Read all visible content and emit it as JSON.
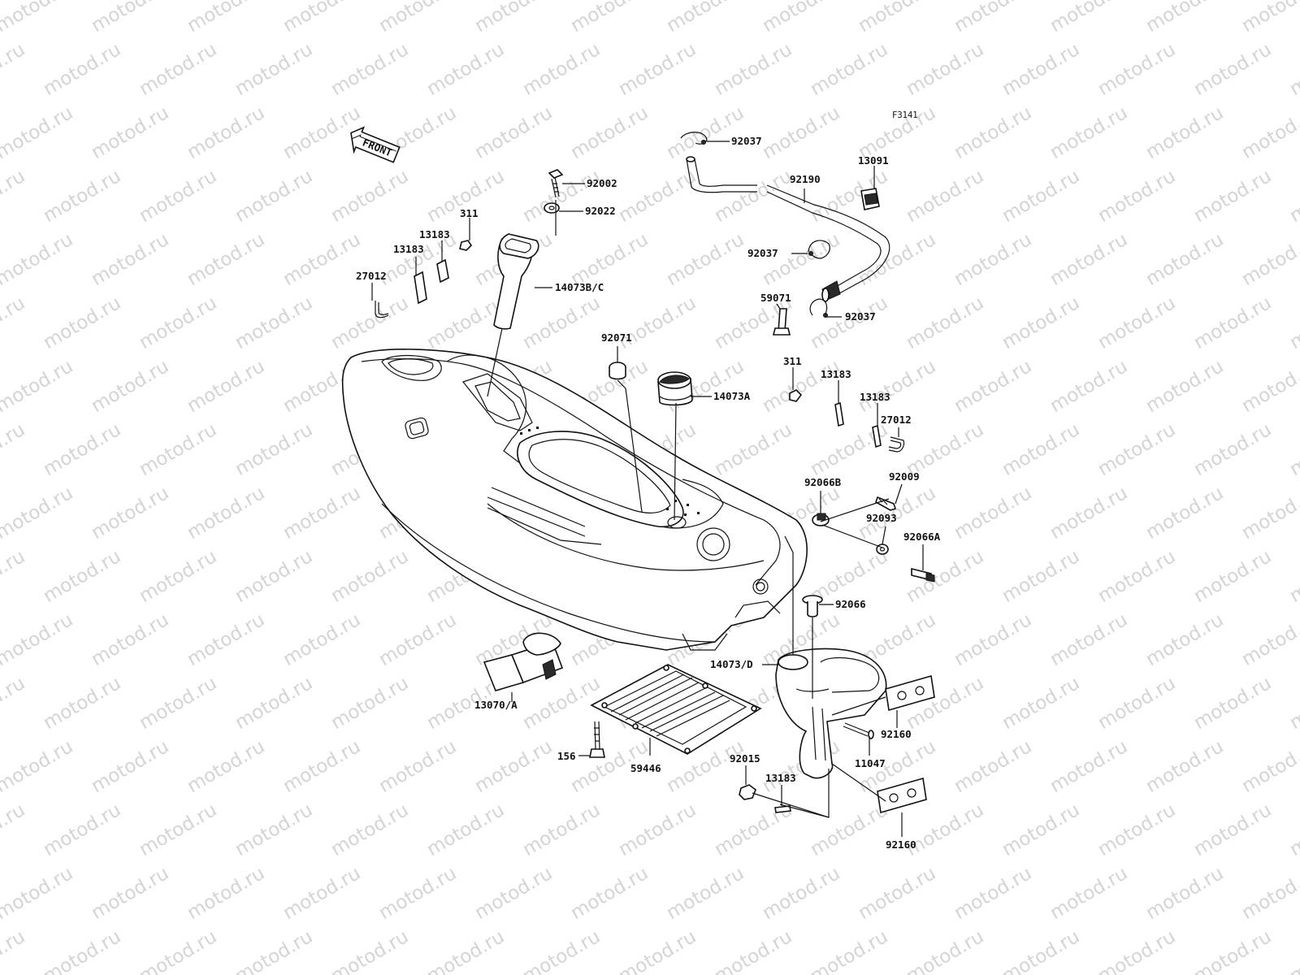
{
  "watermark_text": "motod.ru",
  "diagram_code": "F3141",
  "front_arrow_label": "FRONT",
  "callouts": [
    {
      "id": "c92037a",
      "text": "92037"
    },
    {
      "id": "c92002",
      "text": "92002"
    },
    {
      "id": "c92022",
      "text": "92022"
    },
    {
      "id": "c92190",
      "text": "92190"
    },
    {
      "id": "c13091",
      "text": "13091"
    },
    {
      "id": "c311a",
      "text": "311"
    },
    {
      "id": "c13183a",
      "text": "13183"
    },
    {
      "id": "c13183b",
      "text": "13183"
    },
    {
      "id": "c27012a",
      "text": "27012"
    },
    {
      "id": "c14073bc",
      "text": "14073B/C"
    },
    {
      "id": "c92037b",
      "text": "92037"
    },
    {
      "id": "c59071",
      "text": "59071"
    },
    {
      "id": "c92037c",
      "text": "92037"
    },
    {
      "id": "c92071",
      "text": "92071"
    },
    {
      "id": "c14073a",
      "text": "14073A"
    },
    {
      "id": "c311b",
      "text": "311"
    },
    {
      "id": "c13183c",
      "text": "13183"
    },
    {
      "id": "c13183d",
      "text": "13183"
    },
    {
      "id": "c27012b",
      "text": "27012"
    },
    {
      "id": "c92066b",
      "text": "92066B"
    },
    {
      "id": "c92009",
      "text": "92009"
    },
    {
      "id": "c92093",
      "text": "92093"
    },
    {
      "id": "c92066a",
      "text": "92066A"
    },
    {
      "id": "c92066",
      "text": "92066"
    },
    {
      "id": "c14073d",
      "text": "14073/D"
    },
    {
      "id": "c13070a",
      "text": "13070/A"
    },
    {
      "id": "c92160a",
      "text": "92160"
    },
    {
      "id": "c11047",
      "text": "11047"
    },
    {
      "id": "c156",
      "text": "156"
    },
    {
      "id": "c59446",
      "text": "59446"
    },
    {
      "id": "c92015",
      "text": "92015"
    },
    {
      "id": "c13183e",
      "text": "13183"
    },
    {
      "id": "c92160b",
      "text": "92160"
    }
  ]
}
